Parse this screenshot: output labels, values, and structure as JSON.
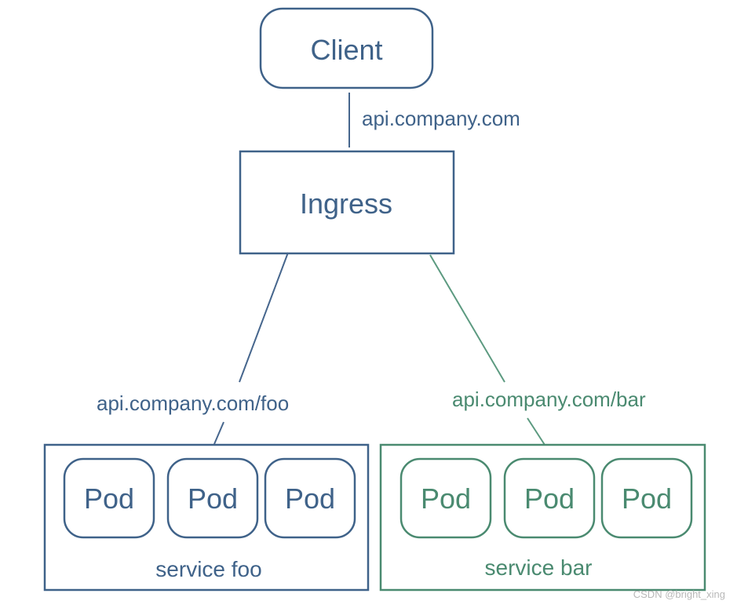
{
  "colors": {
    "blue": "#3f6289",
    "green": "#4a8a70",
    "line_blue": "#46668d",
    "line_green": "#5c9a80",
    "watermark": "#b8b8b8"
  },
  "nodes": {
    "client": {
      "label": "Client"
    },
    "ingress": {
      "label": "Ingress"
    }
  },
  "edges": {
    "client_to_ingress": {
      "label": "api.company.com"
    },
    "ingress_to_foo": {
      "label": "api.company.com/foo"
    },
    "ingress_to_bar": {
      "label": "api.company.com/bar"
    }
  },
  "services": {
    "foo": {
      "label": "service foo",
      "pods": [
        "Pod",
        "Pod",
        "Pod"
      ]
    },
    "bar": {
      "label": "service bar",
      "pods": [
        "Pod",
        "Pod",
        "Pod"
      ]
    }
  },
  "watermark": "CSDN @bright_xing"
}
